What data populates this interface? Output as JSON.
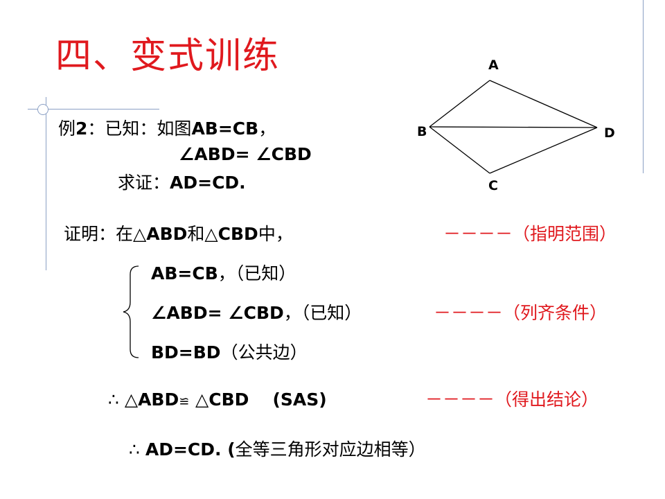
{
  "title": "四、变式训练",
  "figure": {
    "labels": {
      "A": "A",
      "B": "B",
      "C": "C",
      "D": "D"
    }
  },
  "example": {
    "label": "例2",
    "given_prefix": "：已知：如图",
    "given_eq": "AB=CB",
    "given_comma": "，",
    "angle_eq": "∠ABD= ∠CBD",
    "prove_label": "求证：",
    "prove_eq": "AD=CD."
  },
  "proof": {
    "intro_prefix": "证明：在",
    "tri1": "△ABD",
    "and": "和",
    "tri2": "△CBD",
    "mid": "中，",
    "note1": "－－－－（指明范围）",
    "line1_eq": "AB=CB",
    "line1_reason": "，（已知）",
    "line2_eq": "∠ABD= ∠CBD",
    "line2_reason": "，（已知）",
    "note2": "－－－－（列齐条件）",
    "line3_eq": "BD=BD",
    "line3_reason": "（公共边）",
    "conclusion_therefore": "∴ ",
    "conclusion_tri1": "△ABD",
    "congruent": "≌",
    "conclusion_tri2": " △CBD",
    "conclusion_rule": "(SAS)",
    "note3": "－－－－（得出结论）",
    "final_therefore": "∴ ",
    "final_eq": "AD=CD. (",
    "final_reason": "全等三角形对应边相等）"
  }
}
